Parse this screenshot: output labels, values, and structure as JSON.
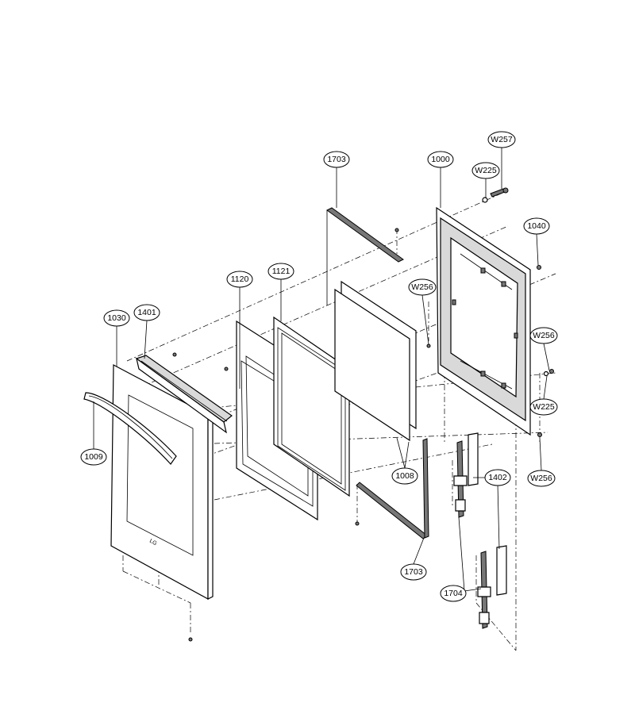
{
  "callouts": [
    {
      "id": "c-1703-top",
      "label": "1703"
    },
    {
      "id": "c-1000",
      "label": "1000"
    },
    {
      "id": "c-w257",
      "label": "W257"
    },
    {
      "id": "c-w225-top",
      "label": "W225"
    },
    {
      "id": "c-1040",
      "label": "1040"
    },
    {
      "id": "c-1120",
      "label": "1120"
    },
    {
      "id": "c-1121",
      "label": "1121"
    },
    {
      "id": "c-w256-mid",
      "label": "W256"
    },
    {
      "id": "c-1030",
      "label": "1030"
    },
    {
      "id": "c-1401",
      "label": "1401"
    },
    {
      "id": "c-w256-right",
      "label": "W256"
    },
    {
      "id": "c-w225-right",
      "label": "W225"
    },
    {
      "id": "c-1009",
      "label": "1009"
    },
    {
      "id": "c-1008",
      "label": "1008"
    },
    {
      "id": "c-1402",
      "label": "1402"
    },
    {
      "id": "c-w256-low",
      "label": "W256"
    },
    {
      "id": "c-1703-bottom",
      "label": "1703"
    },
    {
      "id": "c-1704",
      "label": "1704"
    }
  ],
  "door_logo": "LG"
}
